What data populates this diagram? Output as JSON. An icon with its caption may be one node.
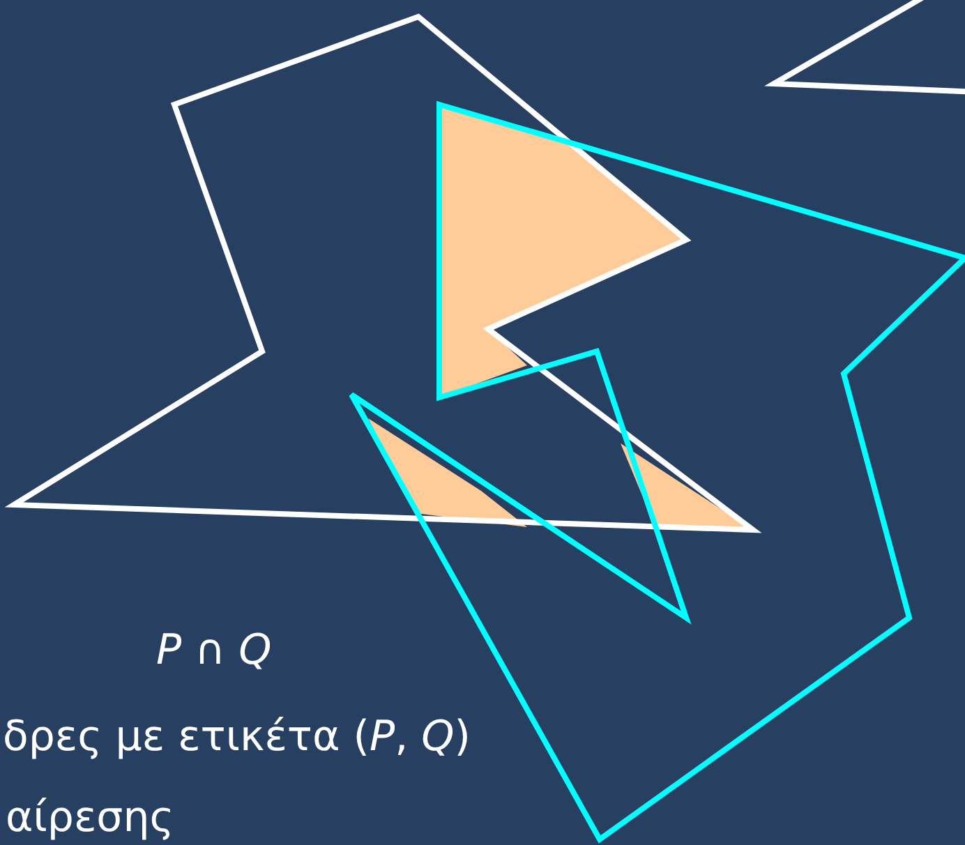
{
  "diagram": {
    "labels": [
      "*P* ∩ *Q*",
      "δρες με ετικέτα (*P*, *Q*)",
      "αίρεσης"
    ]
  }
}
